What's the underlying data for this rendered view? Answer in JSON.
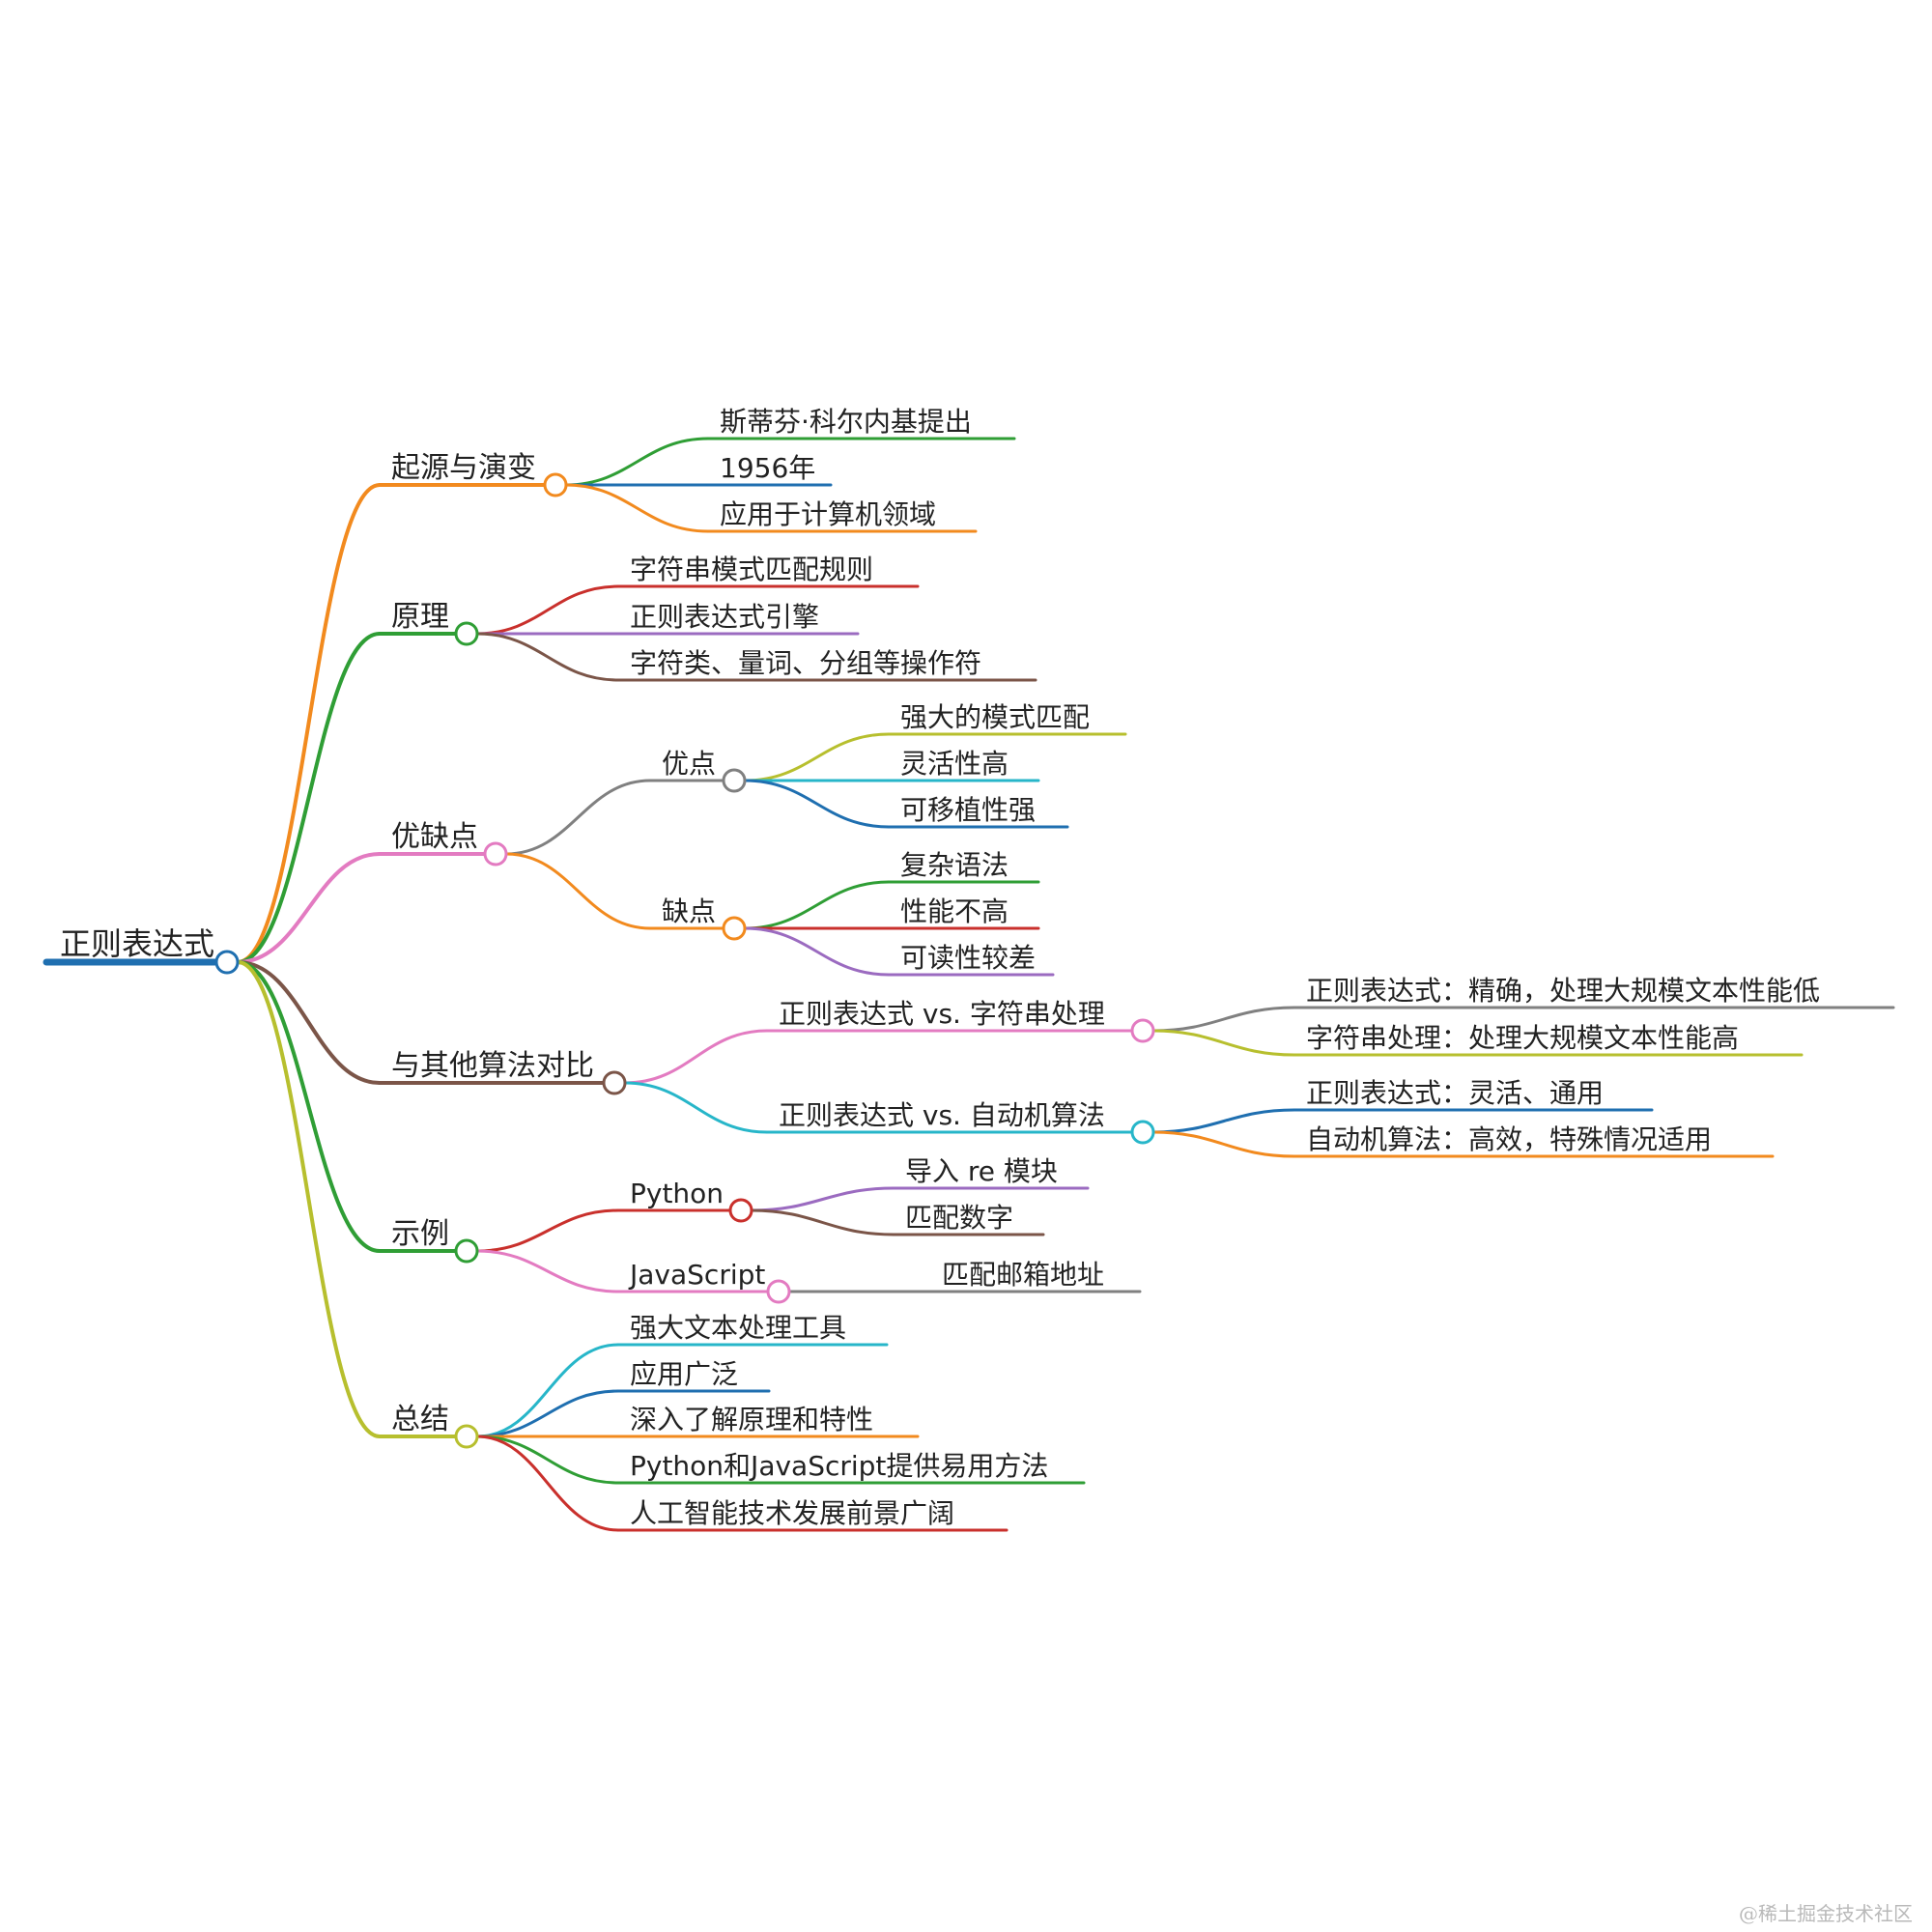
{
  "root": {
    "label": "正则表达式",
    "color": "#1f6fb0",
    "children": [
      {
        "label": "起源与演变",
        "color": "#f28a1e",
        "children": [
          {
            "label": "斯蒂芬·科尔内基提出",
            "color": "#2f9e35"
          },
          {
            "label": "1956年",
            "color": "#1f6fb0"
          },
          {
            "label": "应用于计算机领域",
            "color": "#f28a1e"
          }
        ]
      },
      {
        "label": "原理",
        "color": "#2f9e35",
        "children": [
          {
            "label": "字符串模式匹配规则",
            "color": "#c9302c"
          },
          {
            "label": "正则表达式引擎",
            "color": "#9b6bc0"
          },
          {
            "label": "字符类、量词、分组等操作符",
            "color": "#7b5548"
          }
        ]
      },
      {
        "label": "优缺点",
        "color": "#e37bc1",
        "children": [
          {
            "label": "优点",
            "color": "#808080",
            "children": [
              {
                "label": "强大的模式匹配",
                "color": "#b7bf2e"
              },
              {
                "label": "灵活性高",
                "color": "#27b6c9"
              },
              {
                "label": "可移植性强",
                "color": "#1f6fb0"
              }
            ]
          },
          {
            "label": "缺点",
            "color": "#f28a1e",
            "children": [
              {
                "label": "复杂语法",
                "color": "#2f9e35"
              },
              {
                "label": "性能不高",
                "color": "#c9302c"
              },
              {
                "label": "可读性较差",
                "color": "#9b6bc0"
              }
            ]
          }
        ]
      },
      {
        "label": "与其他算法对比",
        "color": "#7b5548",
        "children": [
          {
            "label": "正则表达式 vs. 字符串处理",
            "color": "#e37bc1",
            "children": [
              {
                "label": "正则表达式：精确，处理大规模文本性能低",
                "color": "#808080"
              },
              {
                "label": "字符串处理：处理大规模文本性能高",
                "color": "#b7bf2e"
              }
            ]
          },
          {
            "label": "正则表达式 vs. 自动机算法",
            "color": "#27b6c9",
            "children": [
              {
                "label": "正则表达式：灵活、通用",
                "color": "#1f6fb0"
              },
              {
                "label": "自动机算法：高效，特殊情况适用",
                "color": "#f28a1e"
              }
            ]
          }
        ]
      },
      {
        "label": "示例",
        "color": "#2f9e35",
        "children": [
          {
            "label": "Python",
            "color": "#c9302c",
            "children": [
              {
                "label": "导入 re 模块",
                "color": "#9b6bc0"
              },
              {
                "label": "匹配数字",
                "color": "#7b5548"
              }
            ]
          },
          {
            "label": "JavaScript",
            "color": "#e37bc1",
            "children": [
              {
                "label": "匹配邮箱地址",
                "color": "#808080"
              }
            ]
          }
        ]
      },
      {
        "label": "总结",
        "color": "#b7bf2e",
        "children": [
          {
            "label": "强大文本处理工具",
            "color": "#27b6c9"
          },
          {
            "label": "应用广泛",
            "color": "#1f6fb0"
          },
          {
            "label": "深入了解原理和特性",
            "color": "#f28a1e"
          },
          {
            "label": "Python和JavaScript提供易用方法",
            "color": "#2f9e35"
          },
          {
            "label": "人工智能技术发展前景广阔",
            "color": "#c9302c"
          }
        ]
      }
    ]
  },
  "watermark": "@稀土掘金技术社区"
}
